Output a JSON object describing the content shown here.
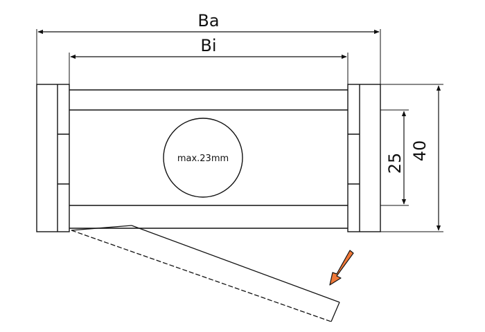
{
  "labels": {
    "outer_width": "Ba",
    "inner_width": "Bi",
    "outer_height": "40",
    "inner_height": "25",
    "cable_max": "max.23mm"
  },
  "colors": {
    "line": "#111111",
    "arrow_fill": "#f07838",
    "background": "#ffffff"
  }
}
